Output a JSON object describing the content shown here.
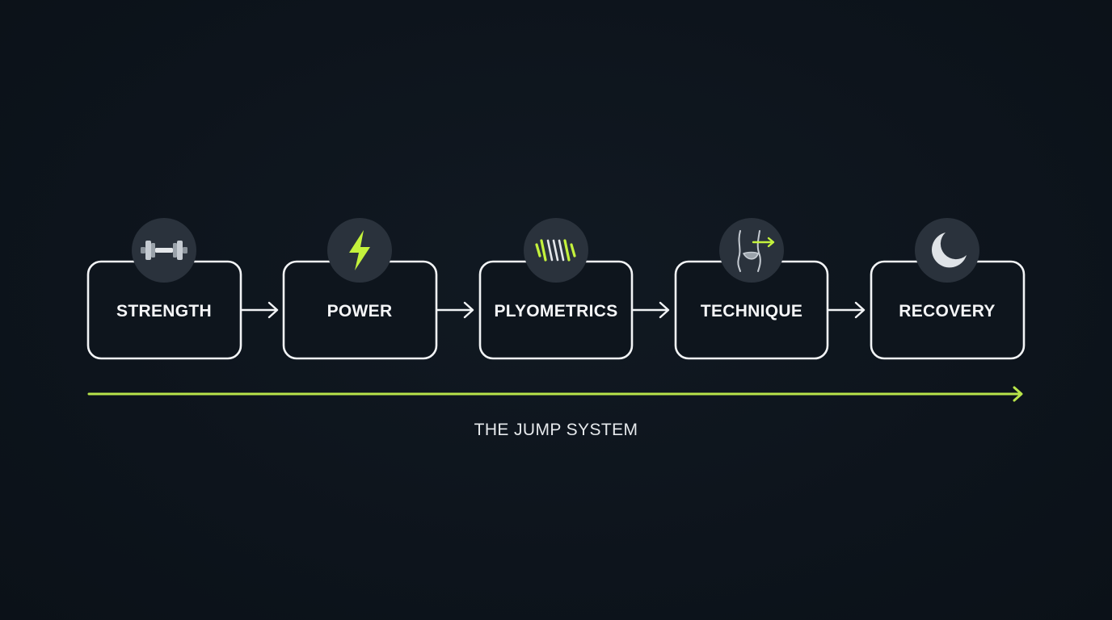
{
  "colors": {
    "background": "#0d141c",
    "box_stroke": "#f2f4f6",
    "icon_disc": "#2a323c",
    "accent": "#c4f23c",
    "icon_gray": "#c5cbd2"
  },
  "stages": [
    {
      "label": "STRENGTH",
      "icon": "dumbbell-icon"
    },
    {
      "label": "POWER",
      "icon": "lightning-bolt-icon"
    },
    {
      "label": "PLYOMETRICS",
      "icon": "spring-icon"
    },
    {
      "label": "TECHNIQUE",
      "icon": "body-motion-icon"
    },
    {
      "label": "RECOVERY",
      "icon": "moon-icon"
    }
  ],
  "caption": "THE JUMP SYSTEM"
}
